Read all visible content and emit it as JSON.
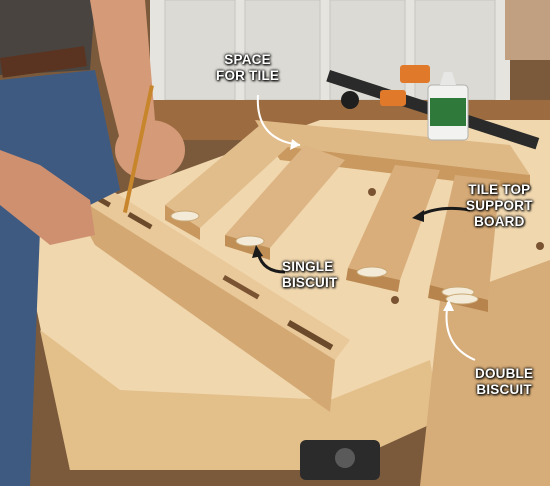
{
  "labels": {
    "space_for_tile": [
      "SPACE",
      "FOR TILE"
    ],
    "tile_top_support_board": [
      "TILE TOP",
      "SUPPORT",
      "BOARD"
    ],
    "single_biscuit": [
      "SINGLE",
      "BISCUIT"
    ],
    "double_biscuit": [
      "DOUBLE",
      "BISCUIT"
    ]
  },
  "colors": {
    "label_text": "#ffffff",
    "wood_light": "#e8c99a",
    "wood_mid": "#d9b27c",
    "wood_dark": "#b8875a",
    "shirt": "#4a4440",
    "jeans": "#3f5a80",
    "skin": "#d59a78"
  }
}
